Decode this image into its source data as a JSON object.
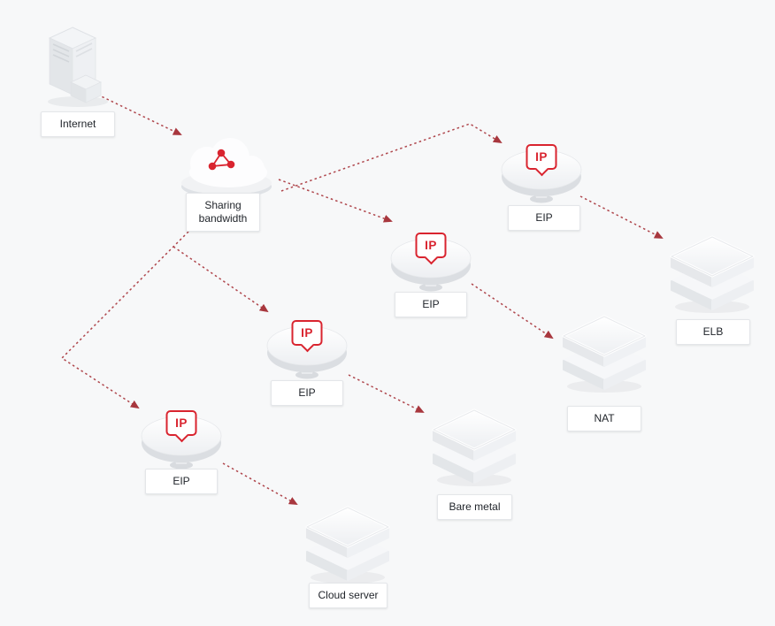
{
  "diagram": {
    "background_color": "#f7f8f9",
    "accent_color": "#d9242f",
    "arrow_color": "#a8373e",
    "badge_text": "IP",
    "nodes": {
      "internet": {
        "label": "Internet",
        "icon": "server-tower-icon"
      },
      "sharing_bandwidth": {
        "label": "Sharing bandwidth",
        "icon": "cloud-share-icon"
      },
      "eip_1": {
        "label": "EIP",
        "icon": "eip-disc-icon"
      },
      "eip_2": {
        "label": "EIP",
        "icon": "eip-disc-icon"
      },
      "eip_3": {
        "label": "EIP",
        "icon": "eip-disc-icon"
      },
      "eip_4": {
        "label": "EIP",
        "icon": "eip-disc-icon"
      },
      "elb": {
        "label": "ELB",
        "icon": "stacked-boxes-icon"
      },
      "nat": {
        "label": "NAT",
        "icon": "stacked-boxes-icon"
      },
      "bare_metal": {
        "label": "Bare metal",
        "icon": "stacked-boxes-icon"
      },
      "cloud_server": {
        "label": "Cloud server",
        "icon": "stacked-boxes-icon"
      }
    },
    "connections": [
      {
        "from": "internet",
        "to": "sharing_bandwidth"
      },
      {
        "from": "sharing_bandwidth",
        "to": "eip_1"
      },
      {
        "from": "sharing_bandwidth",
        "to": "eip_2"
      },
      {
        "from": "sharing_bandwidth",
        "to": "eip_3"
      },
      {
        "from": "sharing_bandwidth",
        "to": "eip_4"
      },
      {
        "from": "eip_1",
        "to": "elb"
      },
      {
        "from": "eip_2",
        "to": "nat"
      },
      {
        "from": "eip_3",
        "to": "bare_metal"
      },
      {
        "from": "eip_4",
        "to": "cloud_server"
      }
    ]
  }
}
